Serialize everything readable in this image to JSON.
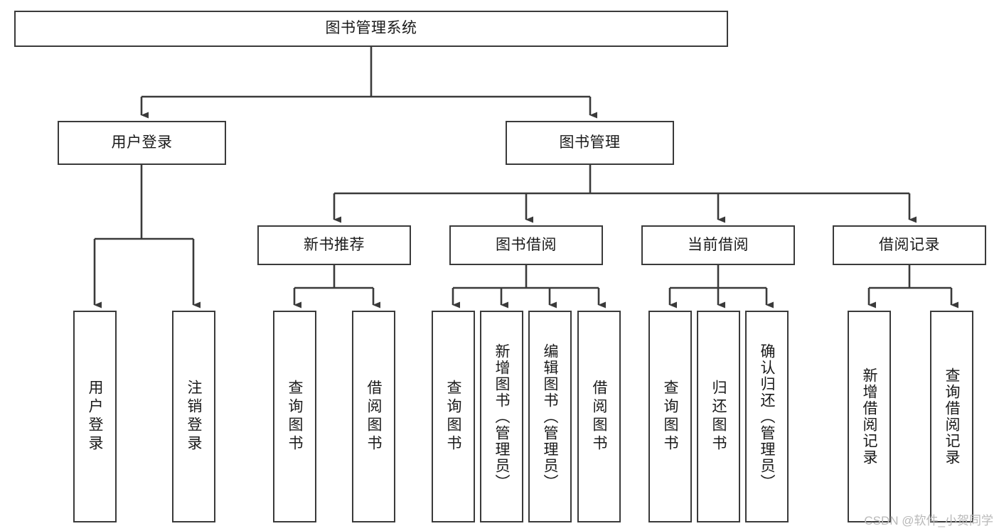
{
  "diagram": {
    "title": "图书管理系统",
    "type": "tree",
    "root": {
      "id": "root",
      "label": "图书管理系统"
    },
    "level2": [
      {
        "id": "user-login",
        "label": "用户登录"
      },
      {
        "id": "book-manage",
        "label": "图书管理"
      }
    ],
    "level3": [
      {
        "id": "new-book-recommend",
        "label": "新书推荐",
        "parent": "book-manage"
      },
      {
        "id": "book-borrow",
        "label": "图书借阅",
        "parent": "book-manage"
      },
      {
        "id": "current-borrow",
        "label": "当前借阅",
        "parent": "book-manage"
      },
      {
        "id": "borrow-record",
        "label": "借阅记录",
        "parent": "book-manage"
      }
    ],
    "leaves": [
      {
        "id": "leaf-user-login",
        "label": "用户登录",
        "parent": "user-login"
      },
      {
        "id": "leaf-user-logout",
        "label": "注销登录",
        "parent": "user-login"
      },
      {
        "id": "leaf-query-book-1",
        "label": "查询图书",
        "parent": "new-book-recommend"
      },
      {
        "id": "leaf-borrow-book-1",
        "label": "借阅图书",
        "parent": "new-book-recommend"
      },
      {
        "id": "leaf-query-book-2",
        "label": "查询图书",
        "parent": "book-borrow"
      },
      {
        "id": "leaf-add-book",
        "label": "新增图书（管理员）",
        "parent": "book-borrow"
      },
      {
        "id": "leaf-edit-book",
        "label": "编辑图书（管理员）",
        "parent": "book-borrow"
      },
      {
        "id": "leaf-borrow-book-2",
        "label": "借阅图书",
        "parent": "book-borrow"
      },
      {
        "id": "leaf-query-book-3",
        "label": "查询图书",
        "parent": "current-borrow"
      },
      {
        "id": "leaf-return-book",
        "label": "归还图书",
        "parent": "current-borrow"
      },
      {
        "id": "leaf-confirm-return",
        "label": "确认归还（管理员）",
        "parent": "current-borrow"
      },
      {
        "id": "leaf-add-record",
        "label": "新增借阅记录",
        "parent": "borrow-record"
      },
      {
        "id": "leaf-query-record",
        "label": "查询借阅记录",
        "parent": "borrow-record"
      }
    ]
  },
  "watermark": {
    "text": "CSDN @软件_小贺同学"
  },
  "colors": {
    "stroke": "#3a3a3a",
    "background": "#ffffff",
    "text": "#1a1a1a",
    "watermark": "#b9b9b9"
  }
}
